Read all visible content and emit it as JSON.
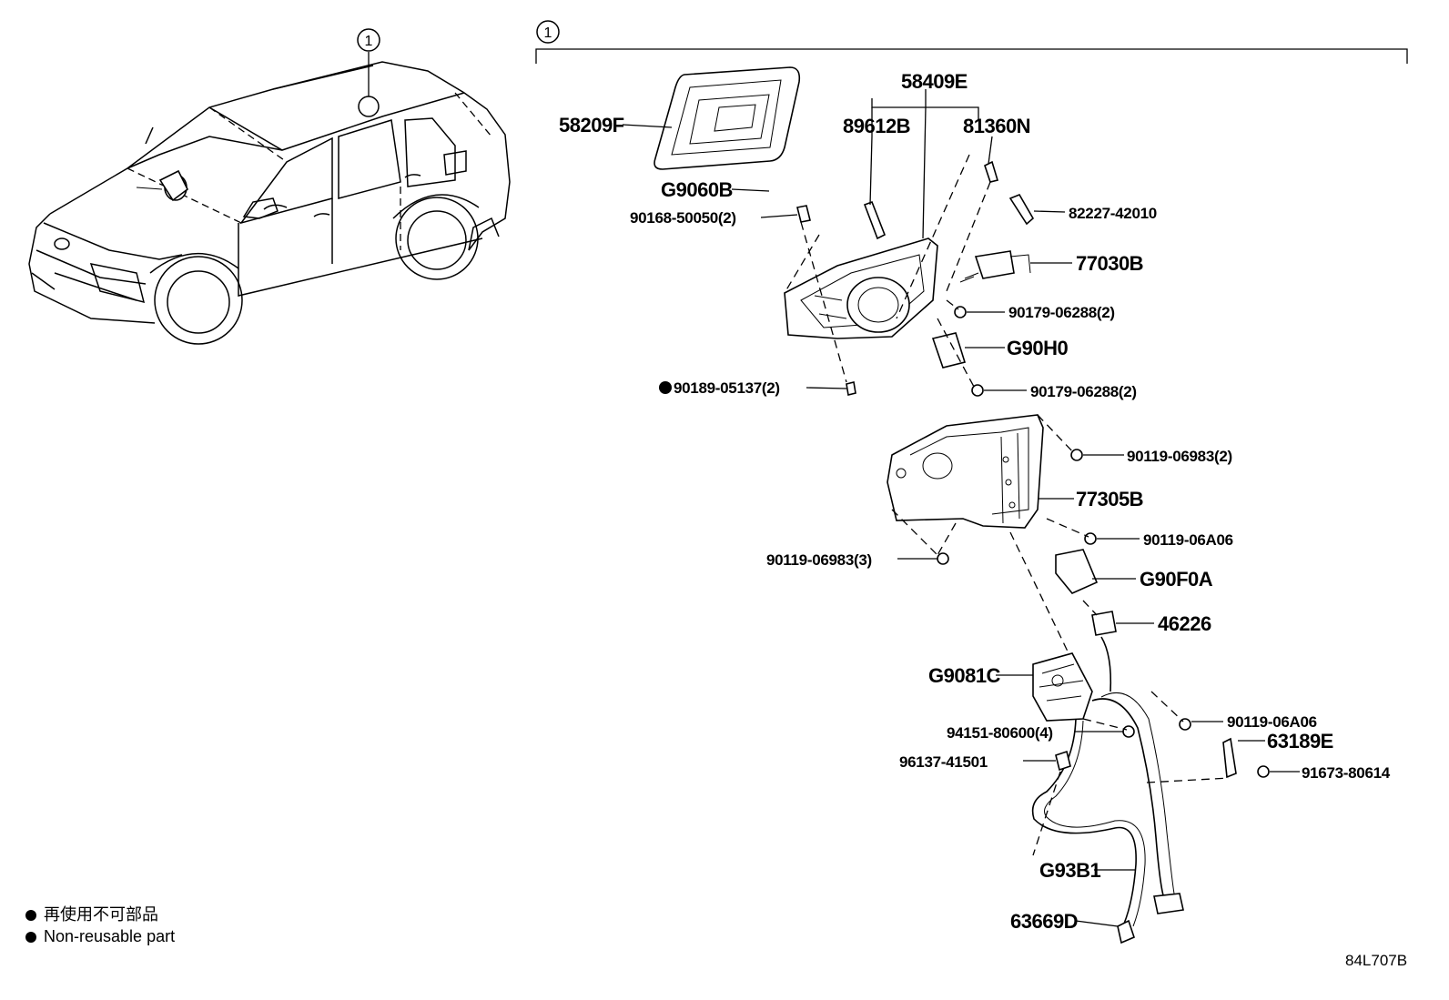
{
  "callout_marker": "1",
  "parts": {
    "p58209F": "58209F",
    "p58409E": "58409E",
    "p89612B": "89612B",
    "p81360N": "81360N",
    "pG9060B": "G9060B",
    "p90168_50050": "90168-50050(2)",
    "p82227_42010": "82227-42010",
    "p77030B": "77030B",
    "p90179_06288_a": "90179-06288(2)",
    "pG90H0": "G90H0",
    "p90189_05137": "90189-05137(2)",
    "p90179_06288_b": "90179-06288(2)",
    "p90119_06983_2": "90119-06983(2)",
    "p77305B": "77305B",
    "p90119_06A06_a": "90119-06A06",
    "p90119_06983_3": "90119-06983(3)",
    "pG90F0A": "G90F0A",
    "p46226": "46226",
    "pG9081C": "G9081C",
    "p90119_06A06_b": "90119-06A06",
    "p94151_80600": "94151-80600(4)",
    "p63189E": "63189E",
    "p96137_41501": "96137-41501",
    "p91673_80614": "91673-80614",
    "pG93B1": "G93B1",
    "p63669D": "63669D"
  },
  "legend": {
    "line_jp": "再使用不可部品",
    "line_en": "Non-reusable part"
  },
  "diagram_code": "84L707B"
}
